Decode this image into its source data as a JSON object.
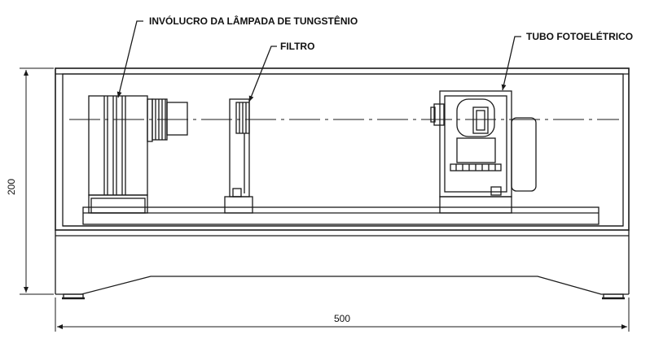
{
  "labels": {
    "lamp_housing": "INVÓLUCRO DA LÂMPADA DE TUNGSTÊNIO",
    "filter": "FILTRO",
    "phototube": "TUBO FOTOELÉTRICO"
  },
  "dimensions": {
    "height": "200",
    "width": "500"
  },
  "colors": {
    "line": "#1a1a1a",
    "background": "#ffffff"
  }
}
